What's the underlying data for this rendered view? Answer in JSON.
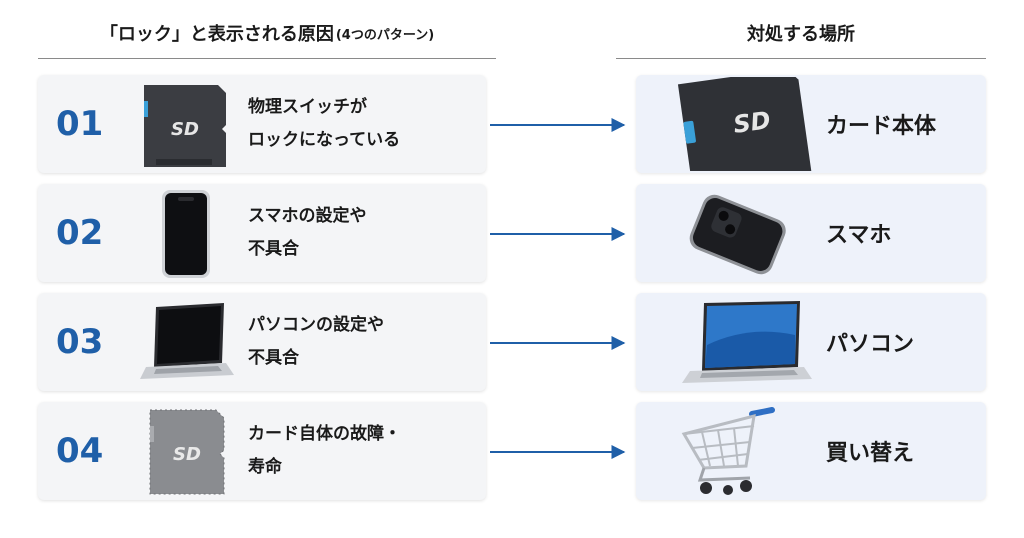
{
  "headers": {
    "causes": "「ロック」と表示される原因",
    "causes_small": "(4つのパターン)",
    "places": "対処する場所"
  },
  "rows": [
    {
      "number": "01",
      "cause_line1": "物理スイッチが",
      "cause_line2": "ロックになっている",
      "cause_icon": "sd-card-icon",
      "place": "カード本体",
      "place_icon": "sd-card-icon"
    },
    {
      "number": "02",
      "cause_line1": "スマホの設定や",
      "cause_line2": "不具合",
      "cause_icon": "smartphone-icon",
      "place": "スマホ",
      "place_icon": "smartphone-icon"
    },
    {
      "number": "03",
      "cause_line1": "パソコンの設定や",
      "cause_line2": "不具合",
      "cause_icon": "laptop-icon",
      "place": "パソコン",
      "place_icon": "laptop-icon"
    },
    {
      "number": "04",
      "cause_line1": "カード自体の故障・",
      "cause_line2": "寿命",
      "cause_icon": "broken-sd-card-icon",
      "place": "買い替え",
      "place_icon": "shopping-cart-icon"
    }
  ],
  "sd_logo_text": "SD",
  "colors": {
    "accent": "#1f5fa8",
    "card_bg": "#f4f5f7",
    "place_bg": "#eef2fa"
  }
}
